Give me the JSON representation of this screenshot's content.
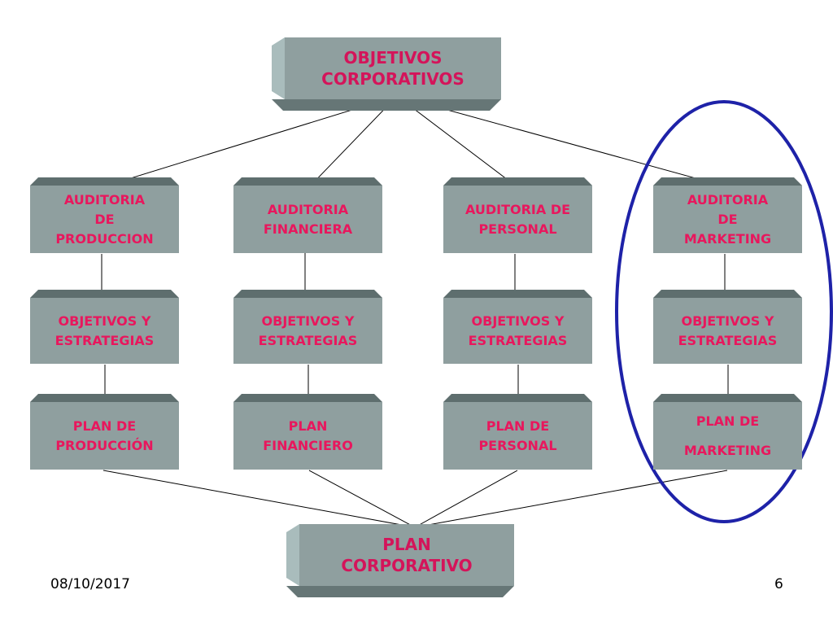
{
  "top": {
    "label": "OBJETIVOS\nCORPORATIVOS"
  },
  "columns": [
    {
      "audit": "AUDITORIA\nDE\nPRODUCCION",
      "objectives": "OBJETIVOS Y\nESTRATEGIAS",
      "plan": "PLAN DE\nPRODUCCIÓN"
    },
    {
      "audit": "AUDITORIA\nFINANCIERA",
      "objectives": "OBJETIVOS Y\nESTRATEGIAS",
      "plan": "PLAN\nFINANCIERO"
    },
    {
      "audit": "AUDITORIA DE\nPERSONAL",
      "objectives": "OBJETIVOS Y\nESTRATEGIAS",
      "plan": "PLAN DE\nPERSONAL"
    },
    {
      "audit": "AUDITORIA\nDE\nMARKETING",
      "objectives": "OBJETIVOS Y\nESTRATEGIAS",
      "plan": "PLAN DE\n\nMARKETING"
    }
  ],
  "bottom": {
    "label": "PLAN\nCORPORATIVO"
  },
  "footer": {
    "date": "08/10/2017",
    "page": "6"
  },
  "colors": {
    "box": "#8f9f9f",
    "text": "#e8175d",
    "highlight": "#1e22a8"
  }
}
